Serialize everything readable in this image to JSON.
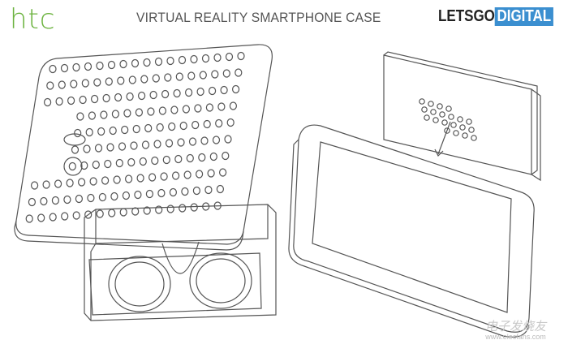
{
  "header": {
    "brand_logo": "htc",
    "title": "VIRTUAL REALITY SMARTPHONE CASE",
    "publisher_logo": {
      "part1": "LETSGO",
      "part2": "DIGITAL"
    }
  },
  "watermark": {
    "text": "电子发烧友",
    "url": "www.elecfans.com"
  },
  "colors": {
    "htc_green": "#6cb33f",
    "digital_blue": "#3b8fd0",
    "line": "#555555"
  }
}
